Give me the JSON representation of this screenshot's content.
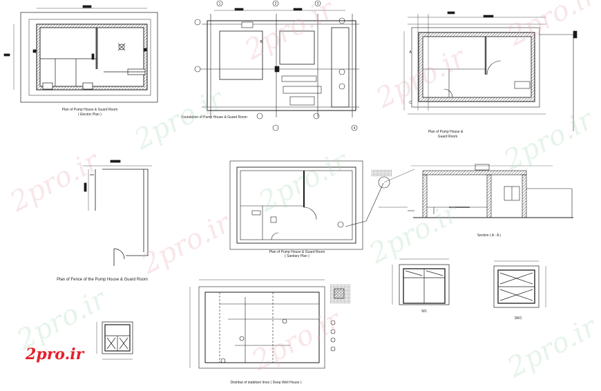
{
  "watermark": "2pro.ir",
  "logo": "2pro.ir",
  "captions": {
    "electric_plan_1": "Plan of Pump House & Guard Room",
    "electric_plan_2": "( Electric Plan )",
    "foundation": "Foundation of Pump House & Guard Room",
    "plan_r_1": "Plan of Pump House &",
    "plan_r_2": "Guard Room",
    "fence": "Plan of Fence of the Pump House & Guard Room",
    "sanitary_1": "Plan of Pump House & Guard Room",
    "sanitary_2": "( Sanitary Plan )",
    "section": "Section ( A - A )",
    "w1": "W1",
    "sw1": "SW1",
    "distribution": "Distribut of stabilizer lines ( Deep Well House )"
  },
  "grid_markers": [
    "A",
    "B",
    "C",
    "1",
    "2",
    "3",
    "4"
  ],
  "colors": {
    "line": "#1a1a1a",
    "hatch": "#555555",
    "watermark_red": "#e9a9b3",
    "watermark_green": "#a9d8b5",
    "logo": "#e4202a"
  }
}
